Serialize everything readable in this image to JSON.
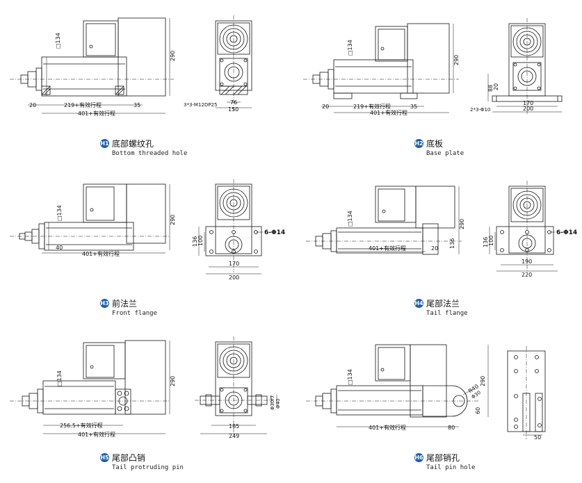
{
  "units": {
    "h1": "H1",
    "h2": "H2",
    "h3": "H3",
    "h4": "H4",
    "h5": "H5",
    "h6": "H6"
  },
  "captions": {
    "h1": {
      "cn": "底部螺纹孔",
      "en": "Bottom threaded hole"
    },
    "h2": {
      "cn": "底板",
      "en": "Base plate"
    },
    "h3": {
      "cn": "前法兰",
      "en": "Front flange"
    },
    "h4": {
      "cn": "尾部法兰",
      "en": "Tail flange"
    },
    "h5": {
      "cn": "尾部凸销",
      "en": "Tail protruding pin"
    },
    "h6": {
      "cn": "尾部销孔",
      "en": "Tail pin hole"
    }
  },
  "dims": {
    "sq134": "□134",
    "h290": "290",
    "h1": {
      "d20": "20",
      "d219": "219+有效行程",
      "d35": "35",
      "d401": "401+有效行程",
      "thread": "3*3-M12DP25",
      "d76": "76",
      "d150": "150"
    },
    "h2": {
      "d20": "20",
      "d219": "219+有效行程",
      "d35": "35",
      "d401": "401+有效行程",
      "v88": "88",
      "v20": "20",
      "holes": "2*3-Φ10",
      "d170": "170",
      "d200": "200"
    },
    "h3": {
      "d40": "40",
      "d401": "401+有效行程",
      "v136": "136",
      "v100": "100",
      "holes": "6-Φ14",
      "d170": "170",
      "d200": "200"
    },
    "h4": {
      "d401": "401+有效行程",
      "d20": "20",
      "v136": "136",
      "v100": "100",
      "holes": "6-Φ14",
      "d190": "190",
      "d220": "220"
    },
    "h5": {
      "d256": "256.5+有效行程",
      "d401": "401+有效行程",
      "pin30": "Φ30f7",
      "pin40": "Φ40",
      "d185": "185",
      "d249": "249"
    },
    "h6": {
      "d401": "401+有效行程",
      "d80": "80",
      "r40": "R40",
      "hole30": "Φ30",
      "v60": "60",
      "d50": "50"
    }
  }
}
